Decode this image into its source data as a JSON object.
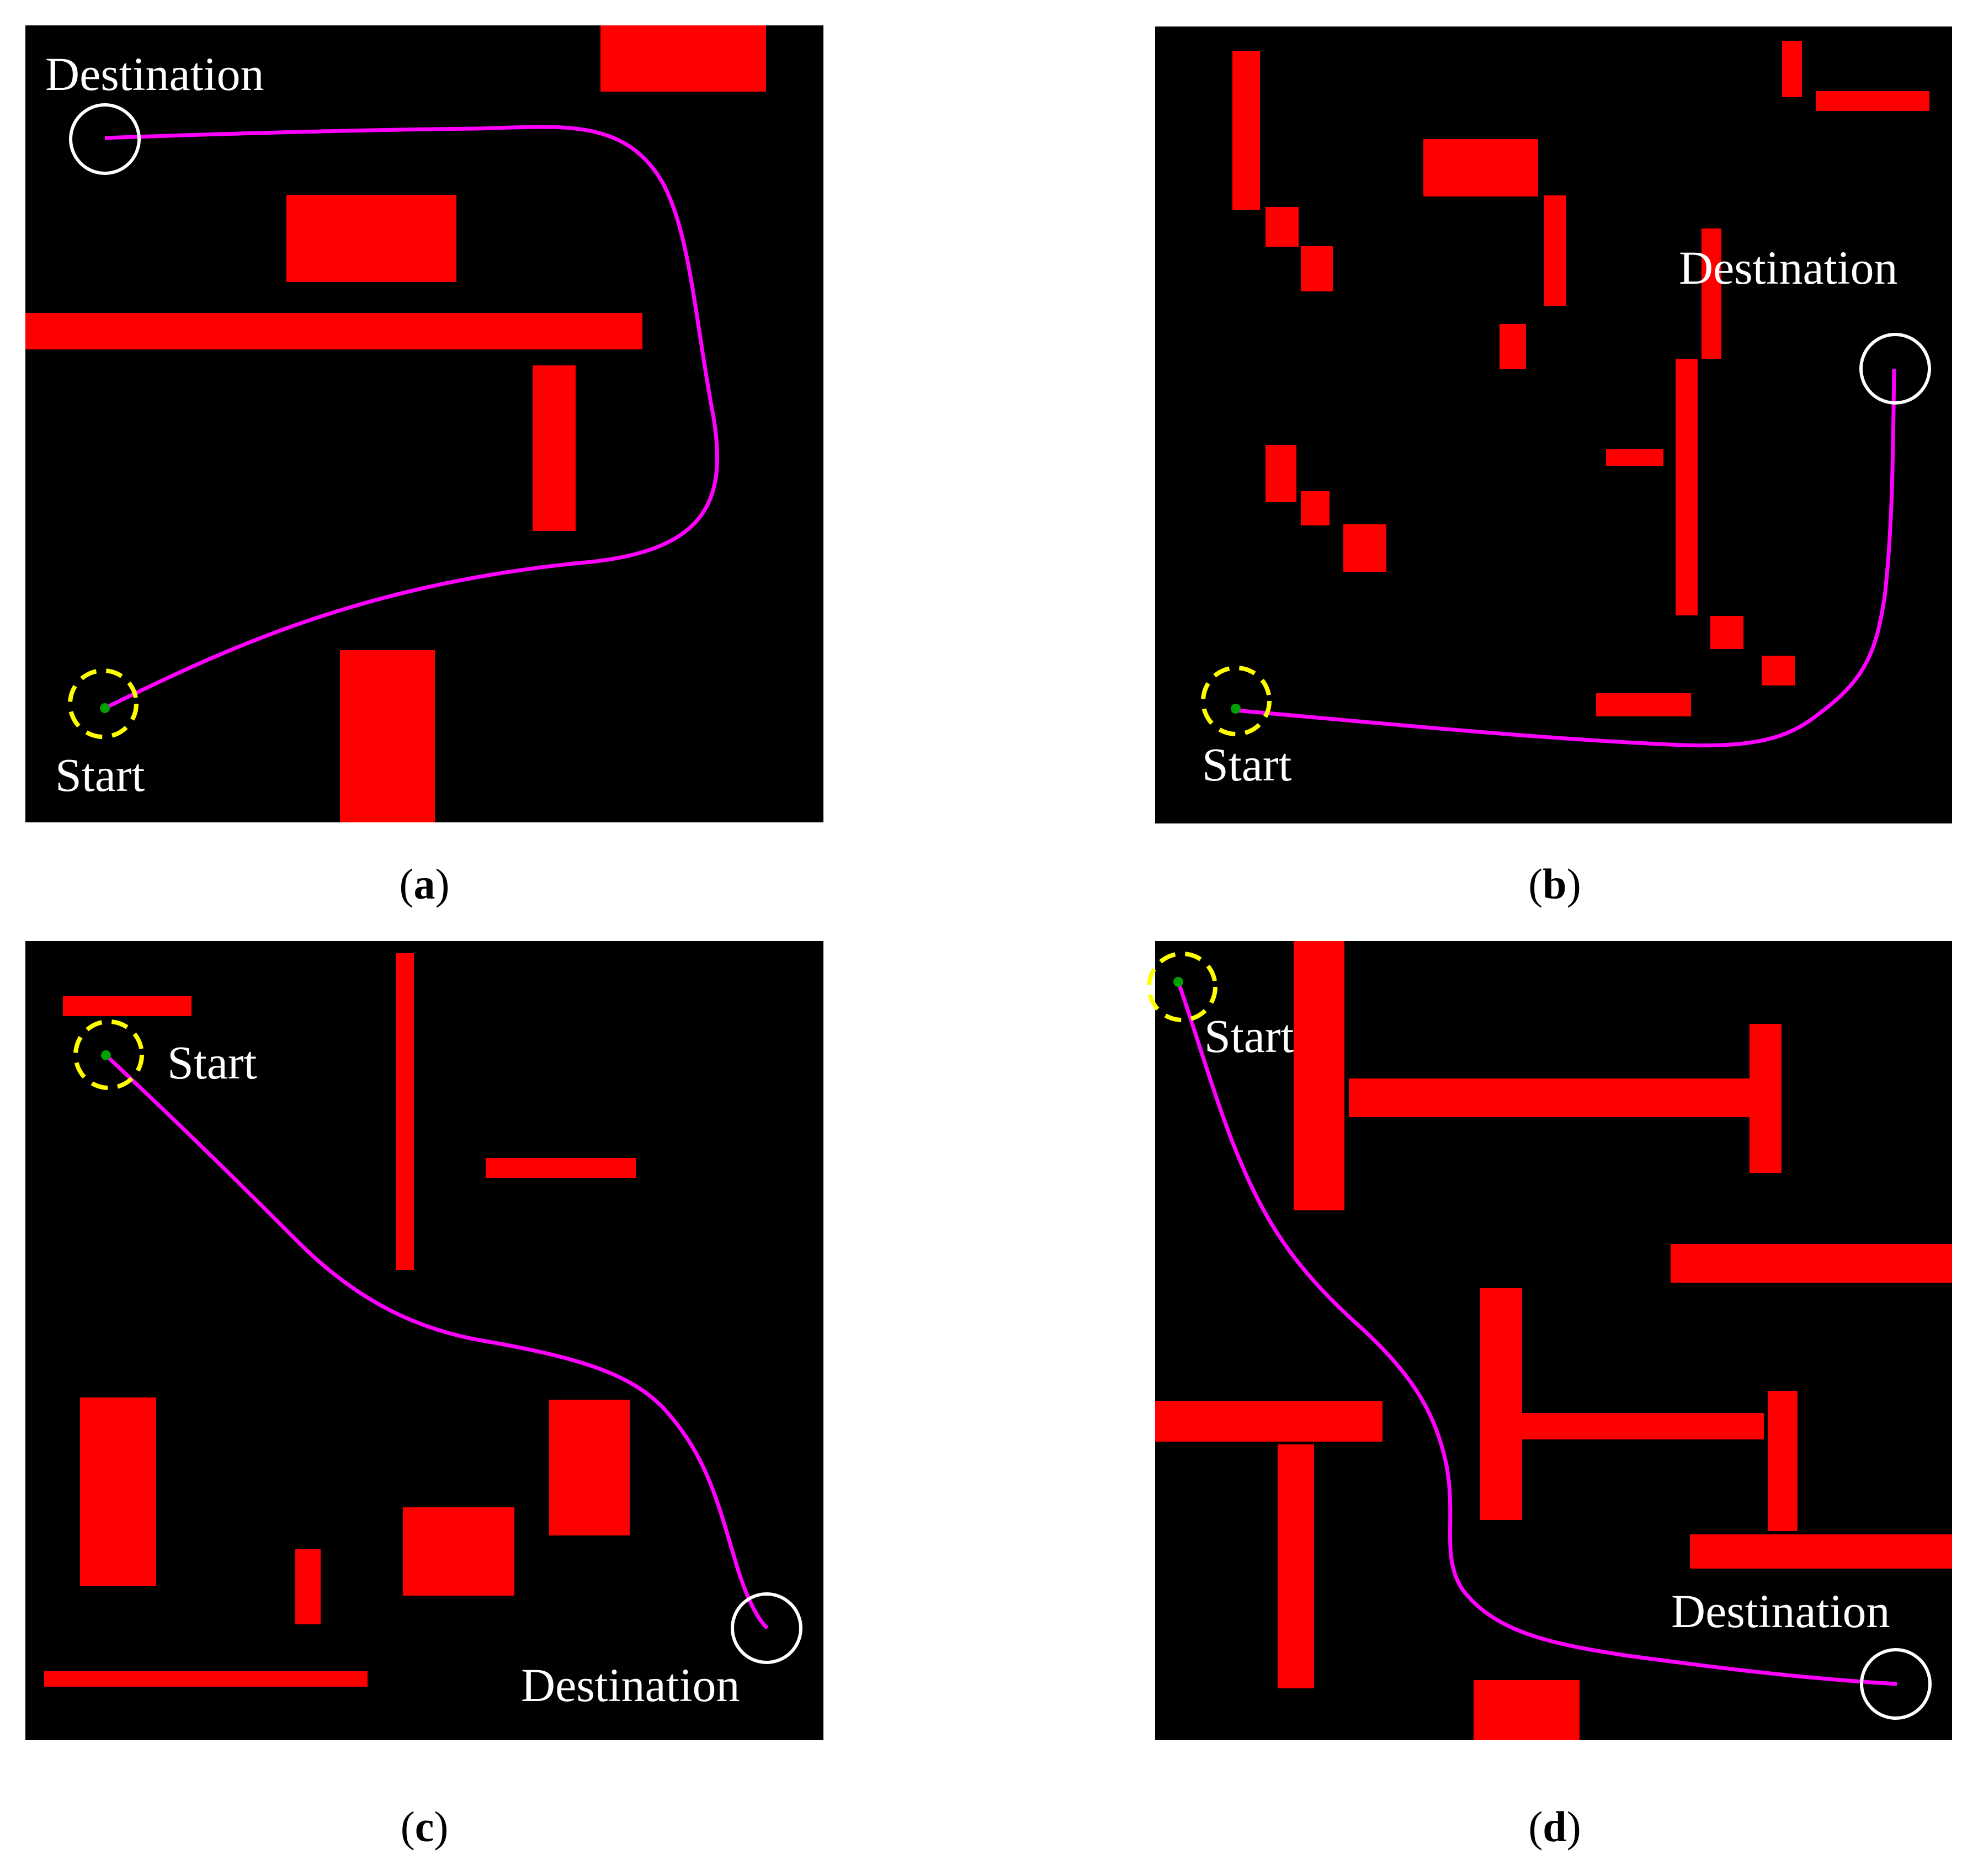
{
  "colors": {
    "background": "#000000",
    "obstacle": "#ff0000",
    "path": "#ff00ff",
    "start_marker": "#ffff00",
    "start_point": "#00a000",
    "destination_marker": "#ffffff",
    "label_text": "#ffffff",
    "caption_text": "#000000"
  },
  "panels": [
    {
      "id": "a",
      "label_prefix": "(",
      "label_letter": "a",
      "label_suffix": ")",
      "start_text": "Start",
      "destination_text": "Destination"
    },
    {
      "id": "b",
      "label_prefix": "(",
      "label_letter": "b",
      "label_suffix": ")",
      "start_text": "Start",
      "destination_text": "Destination"
    },
    {
      "id": "c",
      "label_prefix": "(",
      "label_letter": "c",
      "label_suffix": ")",
      "start_text": "Start",
      "destination_text": "Destination"
    },
    {
      "id": "d",
      "label_prefix": "(",
      "label_letter": "d",
      "label_suffix": ")",
      "start_text": "Start",
      "destination_text": "Destination"
    }
  ]
}
